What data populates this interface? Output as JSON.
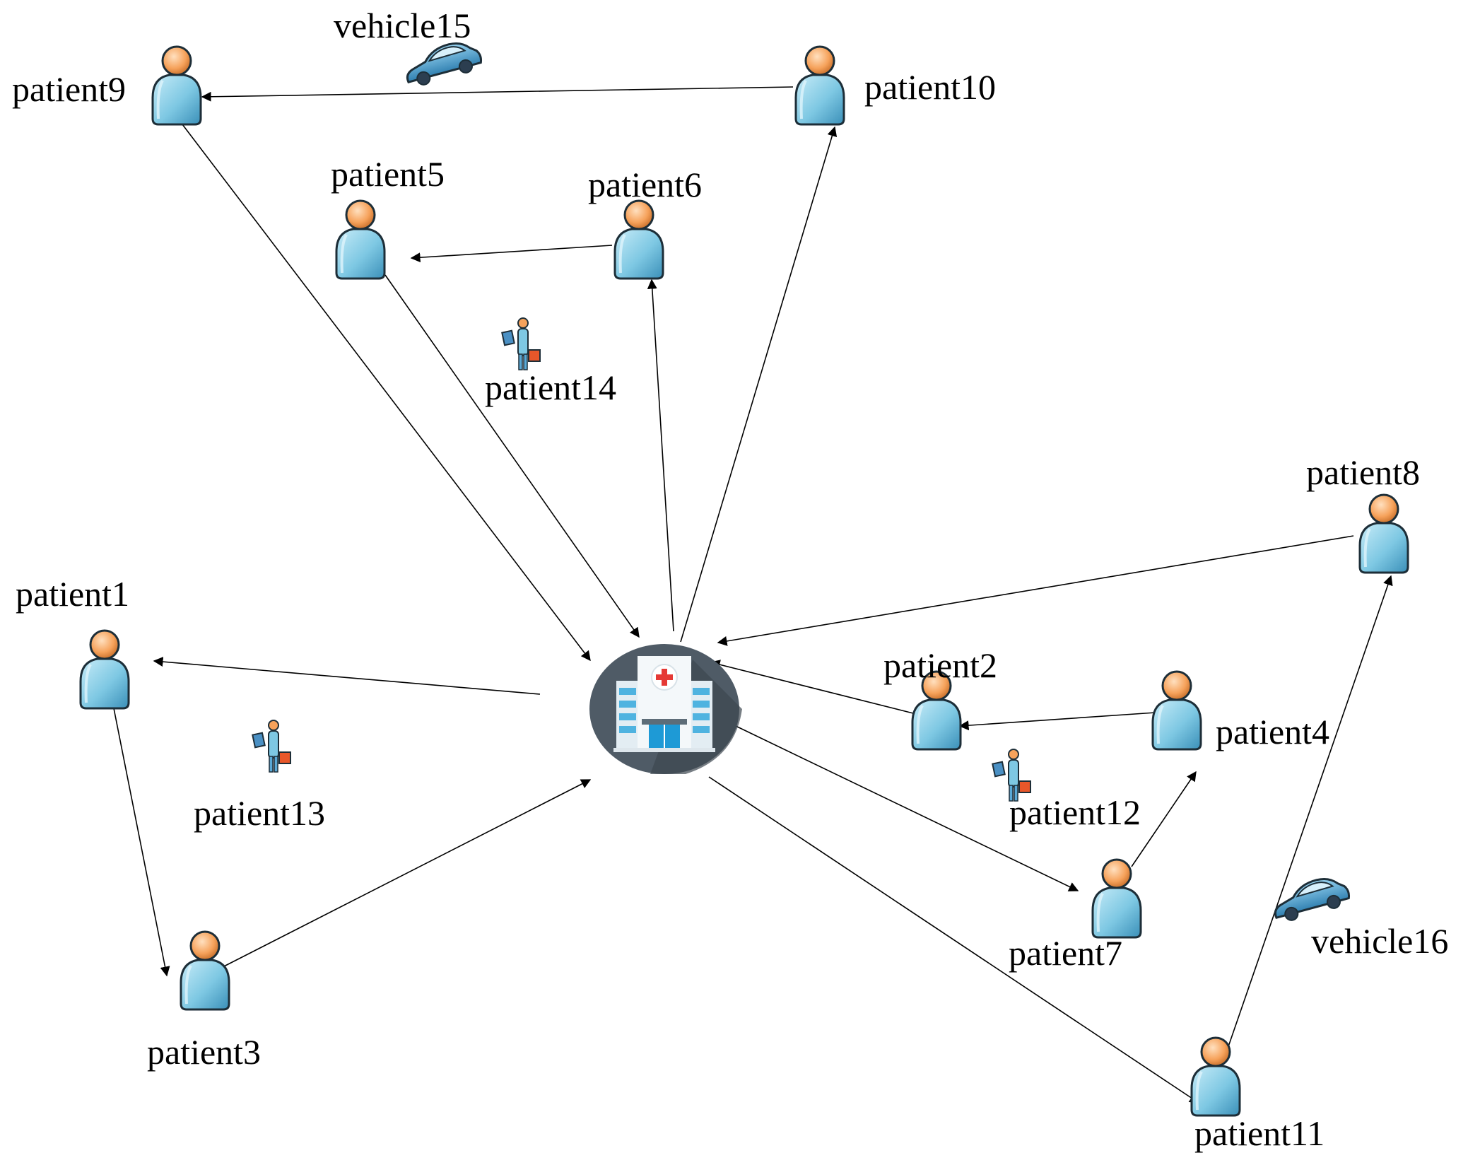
{
  "diagram": {
    "type": "network-graph",
    "center": {
      "id": "hospital",
      "icon": "hospital-icon"
    },
    "nodes": [
      {
        "id": "patient1",
        "label": "patient1",
        "icon": "person-icon"
      },
      {
        "id": "patient2",
        "label": "patient2",
        "icon": "person-icon"
      },
      {
        "id": "patient3",
        "label": "patient3",
        "icon": "person-icon"
      },
      {
        "id": "patient4",
        "label": "patient4",
        "icon": "person-icon"
      },
      {
        "id": "patient5",
        "label": "patient5",
        "icon": "person-icon"
      },
      {
        "id": "patient6",
        "label": "patient6",
        "icon": "person-icon"
      },
      {
        "id": "patient7",
        "label": "patient7",
        "icon": "person-icon"
      },
      {
        "id": "patient8",
        "label": "patient8",
        "icon": "person-icon"
      },
      {
        "id": "patient9",
        "label": "patient9",
        "icon": "person-icon"
      },
      {
        "id": "patient10",
        "label": "patient10",
        "icon": "person-icon"
      },
      {
        "id": "patient11",
        "label": "patient11",
        "icon": "person-icon"
      },
      {
        "id": "patient12",
        "label": "patient12",
        "icon": "caregiver-icon"
      },
      {
        "id": "patient13",
        "label": "patient13",
        "icon": "caregiver-icon"
      },
      {
        "id": "patient14",
        "label": "patient14",
        "icon": "caregiver-icon"
      },
      {
        "id": "vehicle15",
        "label": "vehicle15",
        "icon": "car-icon"
      },
      {
        "id": "vehicle16",
        "label": "vehicle16",
        "icon": "car-icon"
      }
    ],
    "edges": [
      {
        "from": "patient10",
        "to": "patient9"
      },
      {
        "from": "patient9",
        "to": "hospital"
      },
      {
        "from": "patient6",
        "to": "patient5"
      },
      {
        "from": "patient5",
        "to": "hospital"
      },
      {
        "from": "hospital",
        "to": "patient6"
      },
      {
        "from": "hospital",
        "to": "patient10"
      },
      {
        "from": "hospital",
        "to": "patient1"
      },
      {
        "from": "patient1",
        "to": "patient3"
      },
      {
        "from": "patient3",
        "to": "hospital"
      },
      {
        "from": "patient8",
        "to": "hospital"
      },
      {
        "from": "patient2",
        "to": "hospital"
      },
      {
        "from": "patient4",
        "to": "patient2"
      },
      {
        "from": "hospital",
        "to": "patient7"
      },
      {
        "from": "patient7",
        "to": "patient4"
      },
      {
        "from": "hospital",
        "to": "patient11"
      },
      {
        "from": "patient11",
        "to": "patient8"
      }
    ],
    "colors": {
      "person_head": "#f6a25b",
      "person_body": "#7ec8e3",
      "hospital_bg": "#4f5b66",
      "hospital_cross": "#e53935",
      "car": "#5aa9d6",
      "caregiver_case": "#e8572a"
    }
  }
}
